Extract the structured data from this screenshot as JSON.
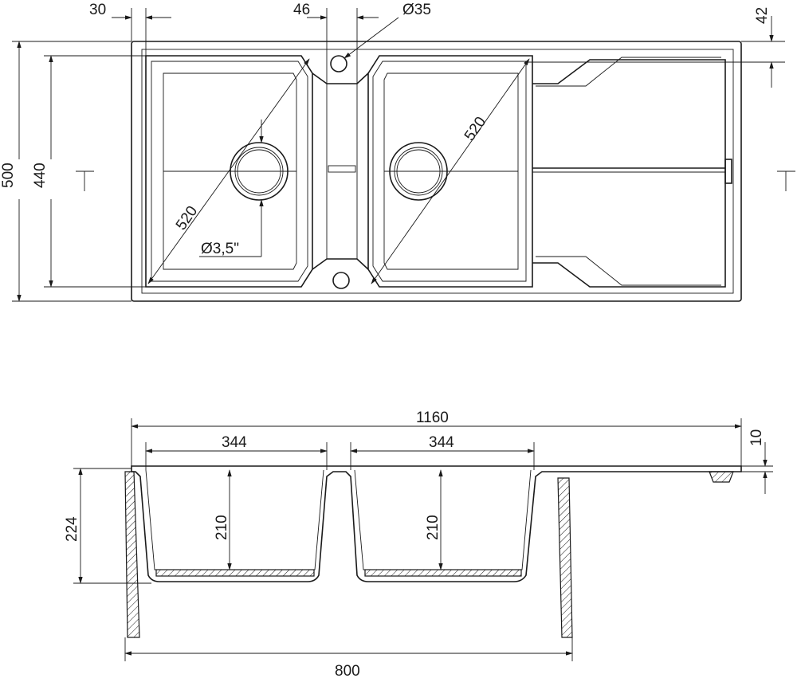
{
  "top_view": {
    "dim_rim_offset": "30",
    "dim_center_strip": "46",
    "dim_tap_hole": "Ø35",
    "dim_edge_offset": "42",
    "dim_total_depth": "500",
    "dim_bowl_depth": "440",
    "dim_left_bowl_diagonal": "520",
    "dim_right_bowl_diagonal": "520",
    "dim_drain": "Ø3,5\""
  },
  "section_view": {
    "dim_total_width": "1160",
    "dim_left_bowl_width": "344",
    "dim_right_bowl_width": "344",
    "dim_rim_thickness": "10",
    "dim_total_height": "224",
    "dim_left_bowl_height": "210",
    "dim_right_bowl_height": "210",
    "dim_cabinet_width": "800"
  }
}
